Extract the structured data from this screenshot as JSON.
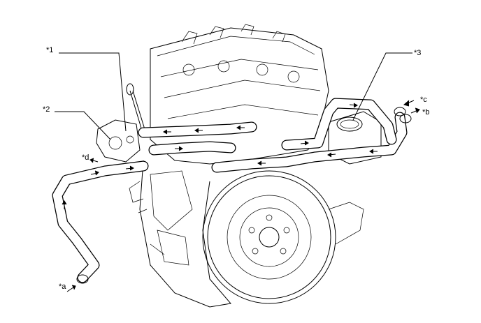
{
  "callouts": {
    "c1": "*1",
    "c2": "*2",
    "c3": "*3",
    "ca": "*a",
    "cb": "*b",
    "cc": "*c",
    "cd": "*d"
  },
  "colors": {
    "line": "#000000",
    "background": "#ffffff"
  }
}
